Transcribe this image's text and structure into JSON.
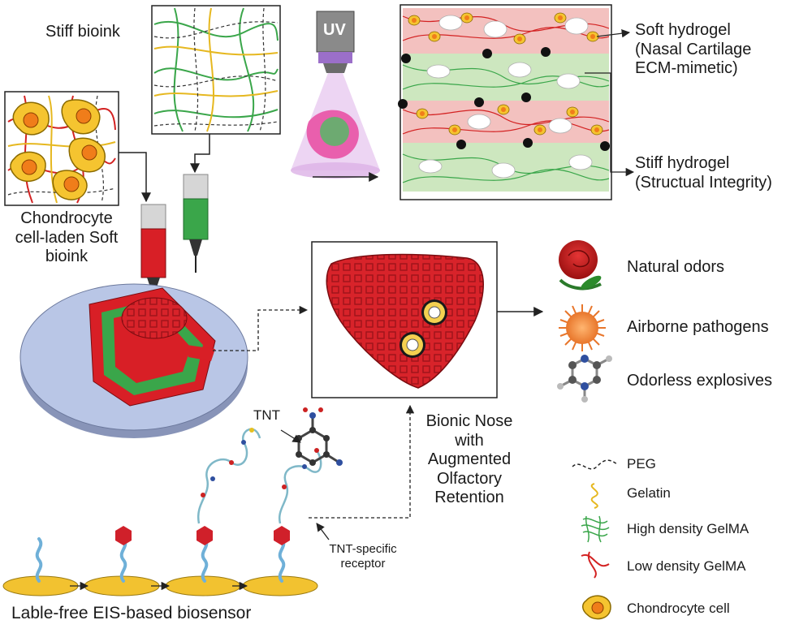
{
  "labels": {
    "stiff_bioink": "Stiff bioink",
    "uv": "UV",
    "soft_bioink_line1": "Chondrocyte",
    "soft_bioink_line2": "cell-laden Soft",
    "soft_bioink_line3": "bioink",
    "soft_hydrogel_line1": "Soft hydrogel",
    "soft_hydrogel_line2": "(Nasal Cartilage",
    "soft_hydrogel_line3": "ECM-mimetic)",
    "stiff_hydrogel_line1": "Stiff hydrogel",
    "stiff_hydrogel_line2": "(Structual Integrity)",
    "bionic_nose_line1": "Bionic Nose",
    "bionic_nose_line2": "with",
    "bionic_nose_line3": "Augmented",
    "bionic_nose_line4": "Olfactory",
    "bionic_nose_line5": "Retention",
    "natural_odors": "Natural odors",
    "airborne_pathogens": "Airborne pathogens",
    "odorless_explosives": "Odorless explosives",
    "tnt": "TNT",
    "tnt_receptor_line1": "TNT-specific",
    "tnt_receptor_line2": "receptor",
    "biosensor": "Lable-free EIS-based biosensor"
  },
  "legend": [
    {
      "label": "PEG",
      "icon": "dashed-line"
    },
    {
      "label": "Gelatin",
      "icon": "yellow-squiggle"
    },
    {
      "label": "High density GelMA",
      "icon": "green-mesh"
    },
    {
      "label": "Low density GelMA",
      "icon": "red-mesh"
    },
    {
      "label": "Chondrocyte cell",
      "icon": "yellow-cell"
    }
  ],
  "colors": {
    "soft_red": "#d81f26",
    "stiff_green": "#3aa64a",
    "gelatin_yellow": "#f2c230",
    "cell_orange": "#f08a1c",
    "platform_blue": "#b9c6e6",
    "uv_purple": "#9b6fc9"
  }
}
